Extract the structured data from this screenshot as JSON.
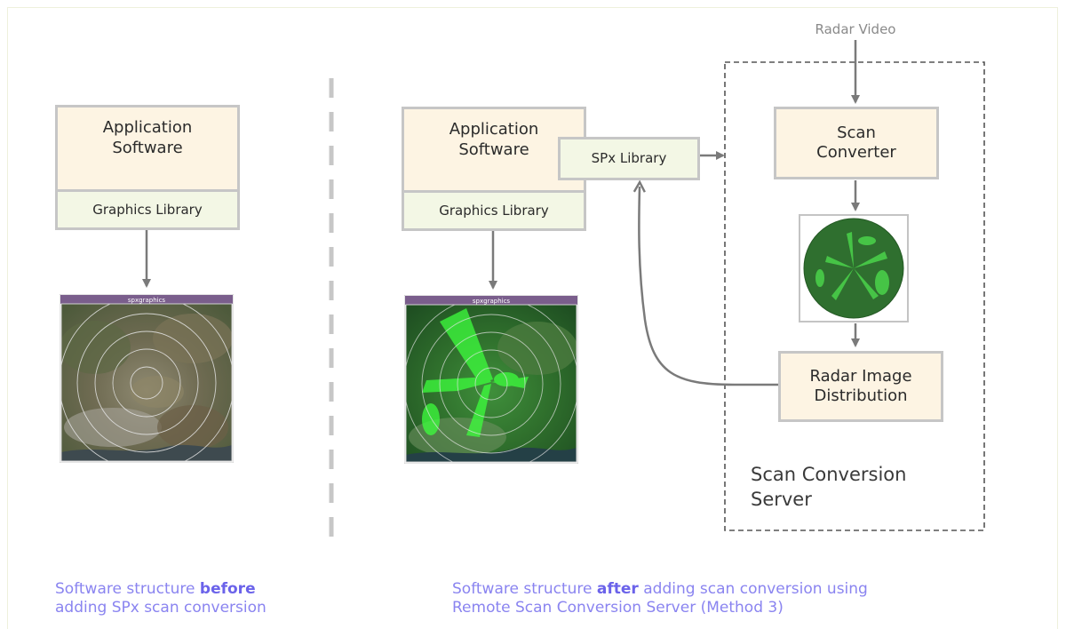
{
  "diagram": {
    "radar_video_label": "Radar Video",
    "before": {
      "app_label": "Application Software",
      "graphics_label": "Graphics Library",
      "window_title": "spxgraphics",
      "caption_line1_prefix": "Software structure ",
      "caption_line1_bold": "before",
      "caption_line2": "adding SPx scan conversion"
    },
    "after": {
      "app_label": "Application Software",
      "graphics_label": "Graphics Library",
      "spx_label": "SPx Library",
      "window_title": "spxgraphics",
      "caption_line1_prefix": "Software structure ",
      "caption_line1_bold": "after",
      "caption_line1_suffix": " adding scan conversion using",
      "caption_line2": "Remote Scan Conversion Server (Method 3)"
    },
    "server": {
      "scan_converter_label": "Scan Converter",
      "distribution_label": "Radar Image Distribution",
      "server_label": "Scan Conversion Server"
    },
    "colors": {
      "box_border": "#c6c6c6",
      "app_fill": "#fdf4e3",
      "lib_fill": "#f3f7e5",
      "arrow": "#7a7a7a",
      "caption": "#8a84f0",
      "radar_green": "#2f7f2f"
    }
  }
}
